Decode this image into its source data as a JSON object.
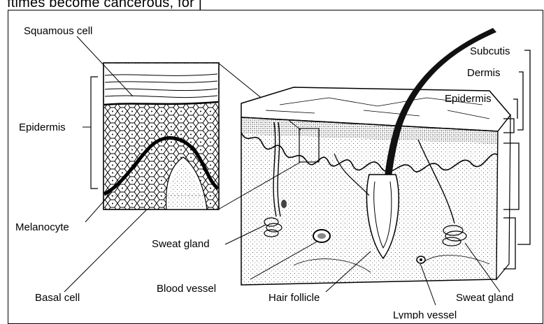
{
  "header_fragment": "ftimes become cancerous, for |",
  "labels": {
    "squamous_cell": "Squamous cell",
    "epidermis_left": "Epidermis",
    "melanocyte": "Melanocyte",
    "basal_cell": "Basal cell",
    "sweat_gland_left": "Sweat gland",
    "blood_vessel": "Blood vessel",
    "hair_follicle": "Hair follicle",
    "lymph_vessel": "Lymph vessel",
    "sweat_gland_right": "Sweat gland",
    "subcutis": "Subcutis",
    "dermis": "Dermis",
    "epidermis_right": "Epidermis"
  }
}
